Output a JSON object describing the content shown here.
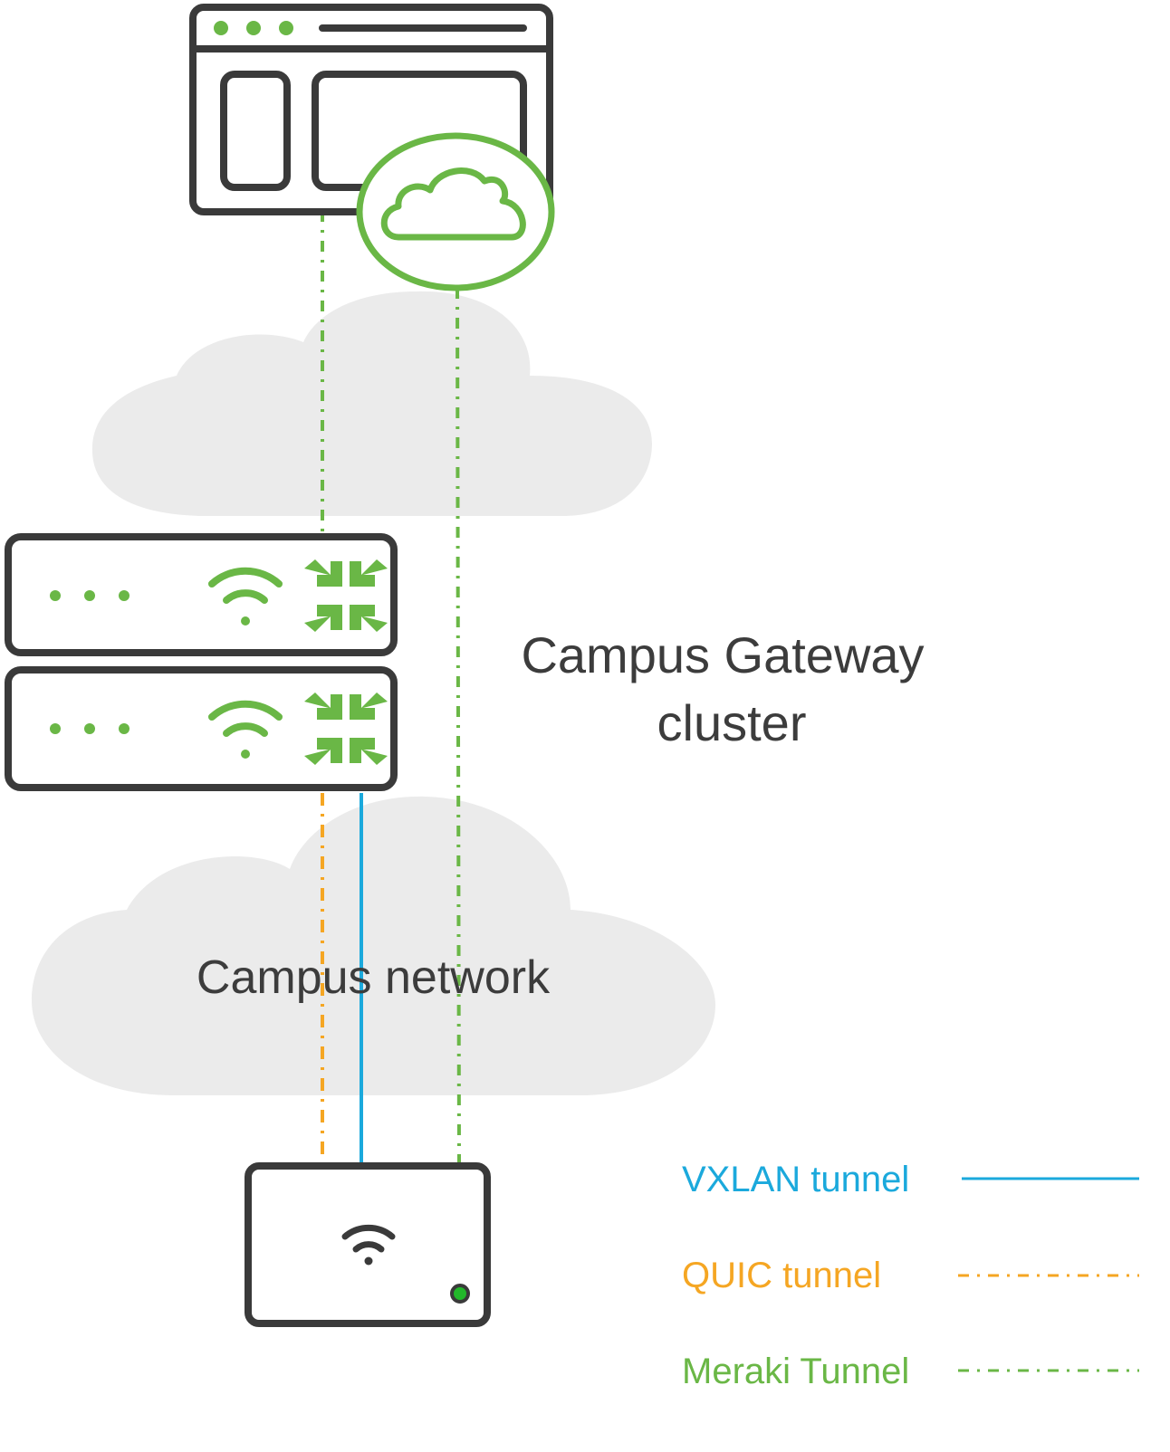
{
  "labels": {
    "gateway_cluster_line1": "Campus Gateway",
    "gateway_cluster_line2": "cluster",
    "campus_network": "Campus network"
  },
  "legend": [
    {
      "label": "VXLAN tunnel",
      "color": "#1ba9dc",
      "style": "solid"
    },
    {
      "label": "QUIC tunnel",
      "color": "#f5a623",
      "style": "dash-dot"
    },
    {
      "label": "Meraki Tunnel",
      "color": "#6ab746",
      "style": "dash-dot"
    }
  ],
  "colors": {
    "icon_stroke": "#3a3a3a",
    "meraki_green": "#6ab746",
    "vxlan_blue": "#1ba9dc",
    "quic_orange": "#f5a623",
    "cloud_fill": "#ebebeb",
    "status_led": "#22b82a"
  }
}
